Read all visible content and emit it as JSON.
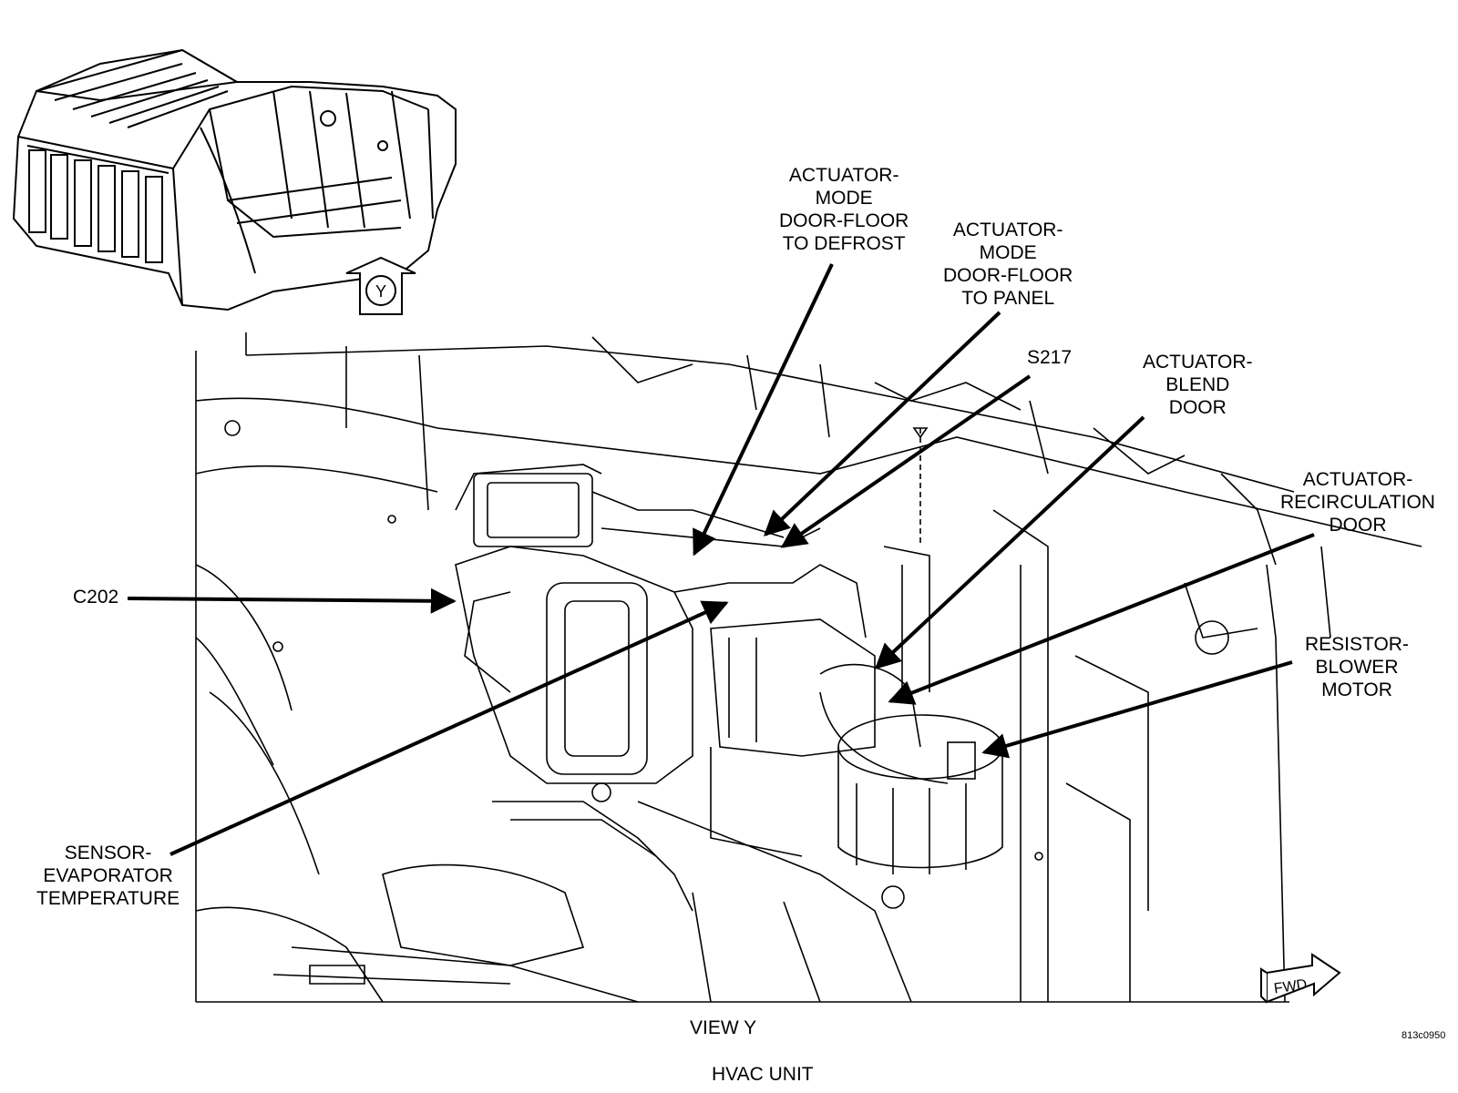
{
  "labels": {
    "mode_floor_defrost": [
      "ACTUATOR-",
      "MODE",
      "DOOR-FLOOR",
      "TO DEFROST"
    ],
    "mode_floor_panel": [
      "ACTUATOR-",
      "MODE",
      "DOOR-FLOOR",
      "TO PANEL"
    ],
    "s217": "S217",
    "blend_door": [
      "ACTUATOR-",
      "BLEND",
      "DOOR"
    ],
    "recirc_door": [
      "ACTUATOR-",
      "RECIRCULATION",
      "DOOR"
    ],
    "resistor": [
      "RESISTOR-",
      "BLOWER",
      "MOTOR"
    ],
    "c202": "C202",
    "sensor": [
      "SENSOR-",
      "EVAPORATOR",
      "TEMPERATURE"
    ]
  },
  "view_marker": "Y",
  "fwd_marker": "FWD",
  "caption_view": "VIEW Y",
  "caption_title": "HVAC UNIT",
  "figure_code": "813c0950"
}
